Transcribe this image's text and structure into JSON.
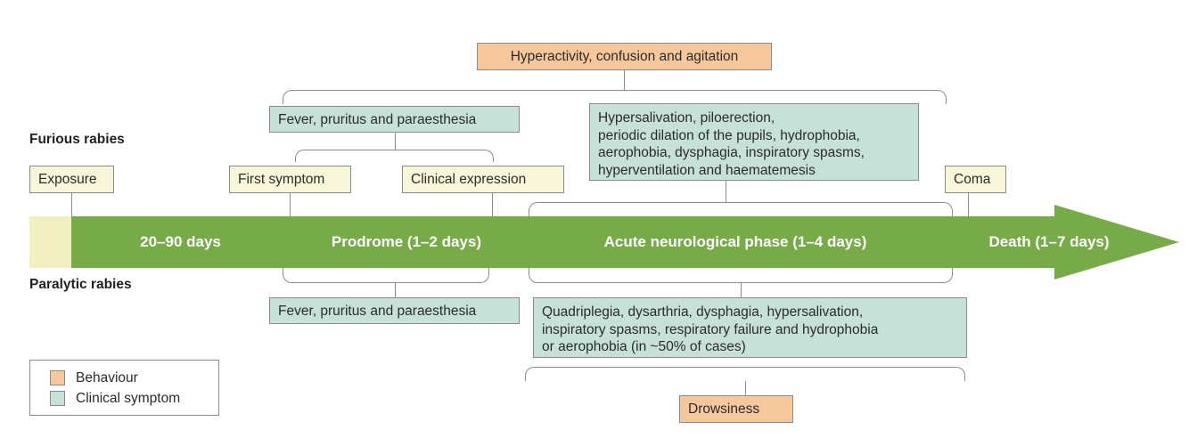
{
  "legend": {
    "items": [
      {
        "label": "Behaviour",
        "color": "#f6c79b",
        "key": "behaviour"
      },
      {
        "label": "Clinical symptom",
        "color": "#c6e1d8",
        "key": "symptom"
      }
    ]
  },
  "rows": {
    "furious_label": "Furious rabies",
    "paralytic_label": "Paralytic rabies"
  },
  "timeline": {
    "pale_color": "#f2f0bf",
    "bar_color": "#76ab48",
    "phases": [
      {
        "label": "20–90 days"
      },
      {
        "label": "Prodrome (1–2 days)"
      },
      {
        "label": "Acute neurological phase (1–4 days)"
      },
      {
        "label": "Death (1–7 days)"
      }
    ]
  },
  "events": [
    {
      "label": "Exposure"
    },
    {
      "label": "First symptom"
    },
    {
      "label": "Clinical expression"
    },
    {
      "label": "Coma"
    }
  ],
  "furious": {
    "behaviour_top": "Hyperactivity, confusion and agitation",
    "prodrome_symptom": "Fever, pruritus and paraesthesia",
    "acute_symptom": "Hypersalivation, piloerection,\nperiodic dilation of the pupils, hydrophobia,\naerophobia, dysphagia, inspiratory spasms,\nhyperventilation and haematemesis"
  },
  "paralytic": {
    "prodrome_symptom": "Fever, pruritus and paraesthesia",
    "acute_symptom": "Quadriplegia, dysarthria, dysphagia, hypersalivation,\ninspiratory spasms, respiratory failure and hydrophobia\nor aerophobia (in ~50% of cases)",
    "behaviour_bottom": "Drowsiness"
  }
}
